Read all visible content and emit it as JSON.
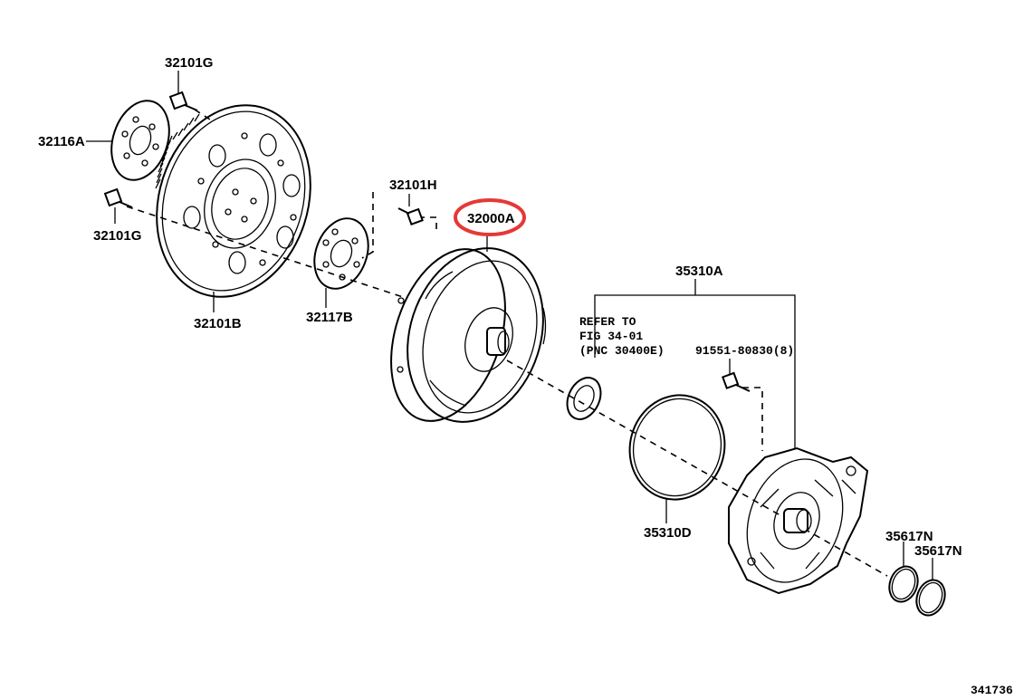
{
  "diagram": {
    "labels": {
      "p32101G_top": "32101G",
      "p32116A": "32116A",
      "p32101G_left": "32101G",
      "p32101B": "32101B",
      "p32101H": "32101H",
      "p32117B": "32117B",
      "p32000A": "32000A",
      "p35310A": "35310A",
      "p91551": "91551-80830(8)",
      "p35310D": "35310D",
      "p35617N_a": "35617N",
      "p35617N_b": "35617N"
    },
    "refer_note": {
      "line1": "REFER TO",
      "line2": "FIG 34-01",
      "line3": "(PNC 30400E)"
    },
    "figure_id": "341736",
    "highlight": {
      "part": "32000A",
      "color": "#e53935"
    }
  }
}
